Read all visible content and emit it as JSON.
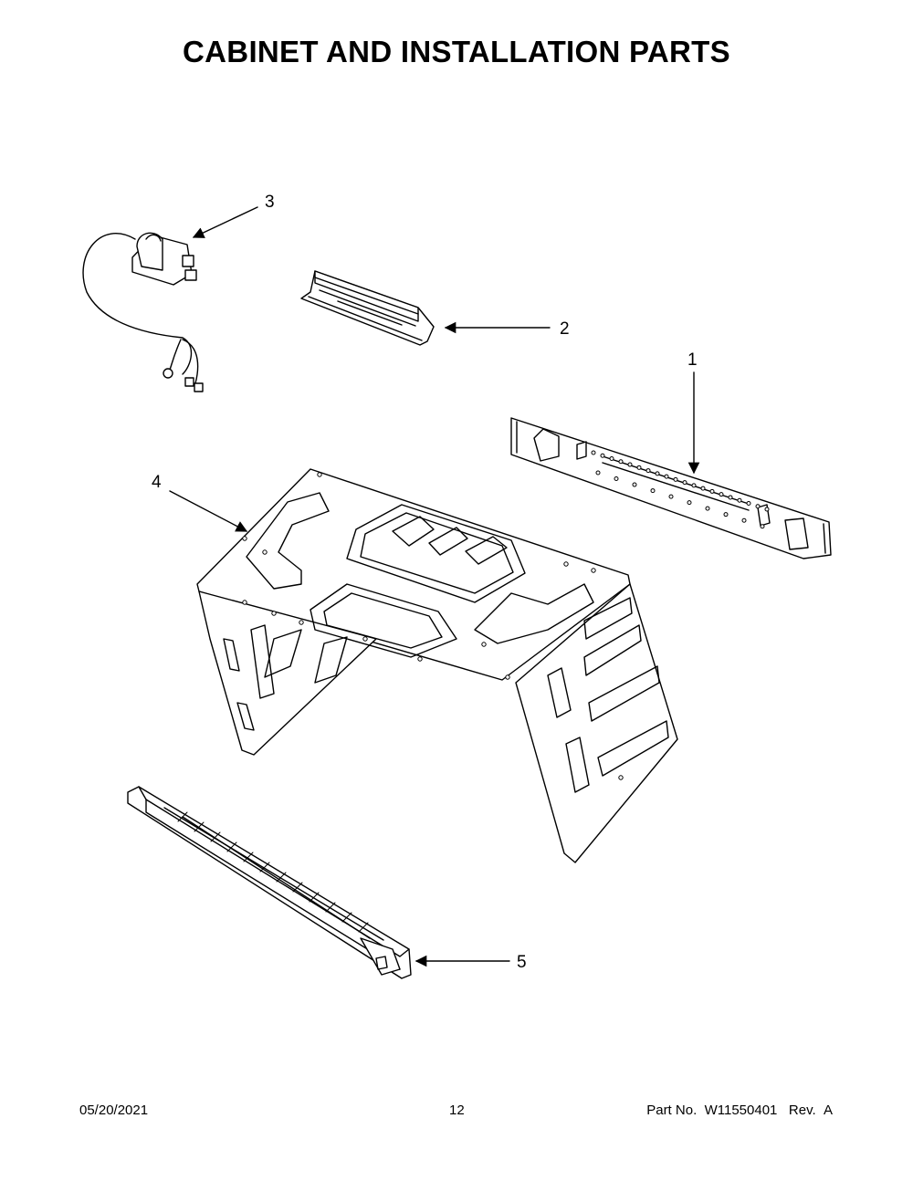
{
  "title": "CABINET AND INSTALLATION PARTS",
  "callouts": [
    {
      "id": "1",
      "label": "1"
    },
    {
      "id": "2",
      "label": "2"
    },
    {
      "id": "3",
      "label": "3"
    },
    {
      "id": "4",
      "label": "4"
    },
    {
      "id": "5",
      "label": "5"
    }
  ],
  "footer": {
    "date": "05/20/2021",
    "page": "12",
    "part_label": "Part No.",
    "part_number": "W11550401",
    "rev_label": "Rev.",
    "rev": "A"
  }
}
